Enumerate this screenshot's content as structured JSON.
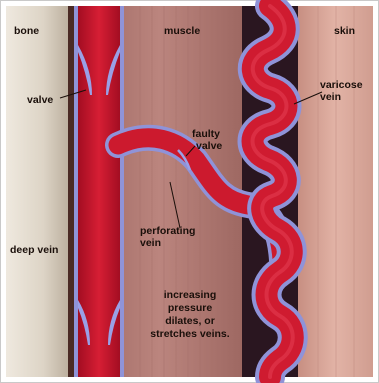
{
  "regions": {
    "bone": "bone",
    "muscle": "muscle",
    "skin": "skin"
  },
  "labels": {
    "valve": "valve",
    "deep_vein_1": "deep vein",
    "faulty_valve_1": "faulty",
    "faulty_valve_2": "valve",
    "perforating_vein_1": "perforating",
    "perforating_vein_2": "vein",
    "varicose_vein_1": "varicose",
    "varicose_vein_2": "vein",
    "caption_1": "increasing",
    "caption_2": "pressure",
    "caption_3": "dilates, or",
    "caption_4": "stretches veins."
  },
  "colors": {
    "bone": "#e6dfd3",
    "muscle": "#b77f78",
    "skin": "#d9a99a",
    "vein_wall": "#8f93d8",
    "blood": "#c8142a",
    "dark_tissue": "#2a1620"
  }
}
